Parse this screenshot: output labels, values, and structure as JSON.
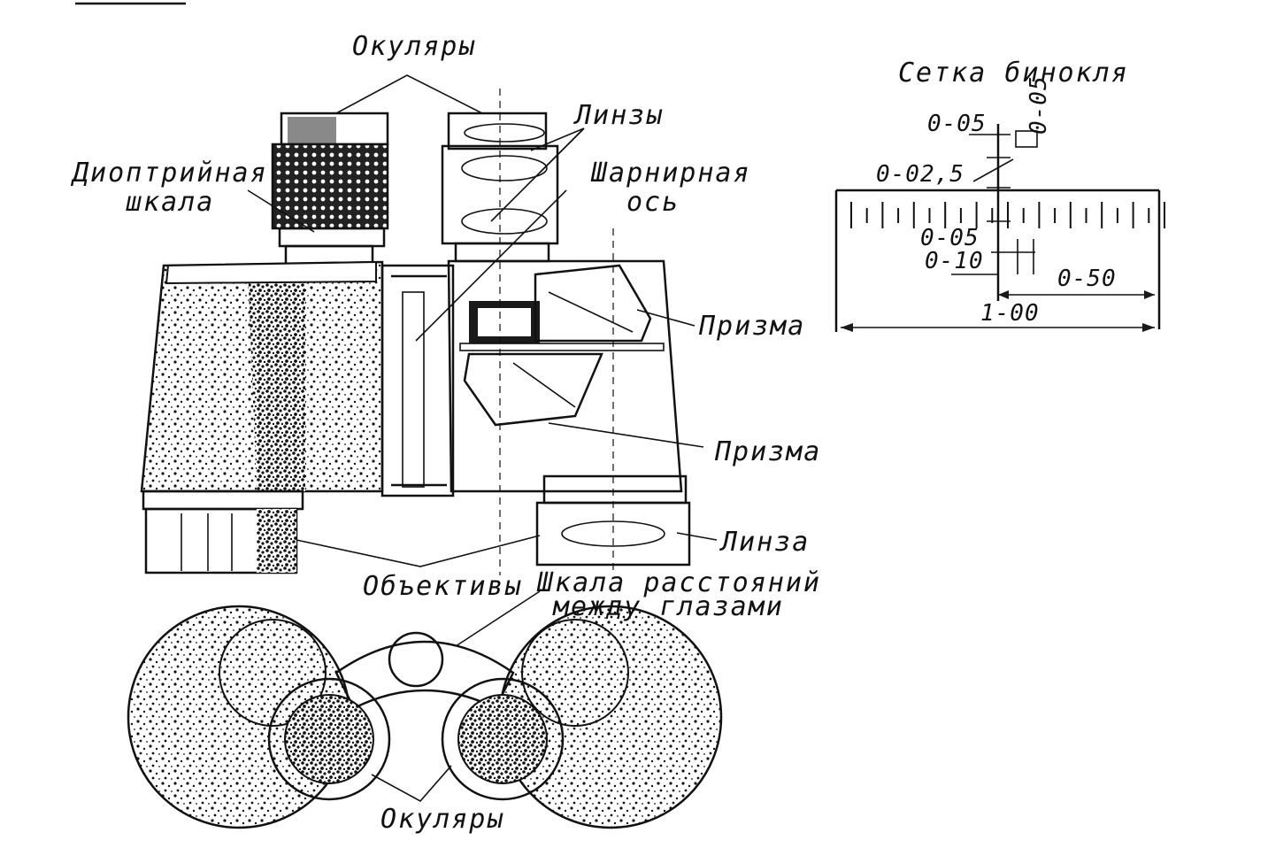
{
  "labels": {
    "eyepieces_top": "Окуляры",
    "lenses": "Линзы",
    "diopter_scale_l1": "Диоптрийная",
    "diopter_scale_l2": "шкала",
    "hinge_axis_l1": "Шарнирная",
    "hinge_axis_l2": "ось",
    "prism_upper": "Призма",
    "prism_lower": "Призма",
    "lens": "Линза",
    "objectives": "Объективы",
    "ipd_scale_l1": "Шкала расстояний",
    "ipd_scale_l2": "между глазами",
    "eyepieces_bottom": "Окуляры"
  },
  "reticle": {
    "title": "Сетка бинокля",
    "div_0_05_top": "0-05",
    "div_0_05_vertical": "0-05",
    "div_0_02_5": "0-02,5",
    "div_0_05_mid": "0-05",
    "div_0_10": "0-10",
    "div_0_50": "0-50",
    "div_1_00": "1-00"
  },
  "colors": {
    "ink": "#111111",
    "paper": "#ffffff"
  }
}
